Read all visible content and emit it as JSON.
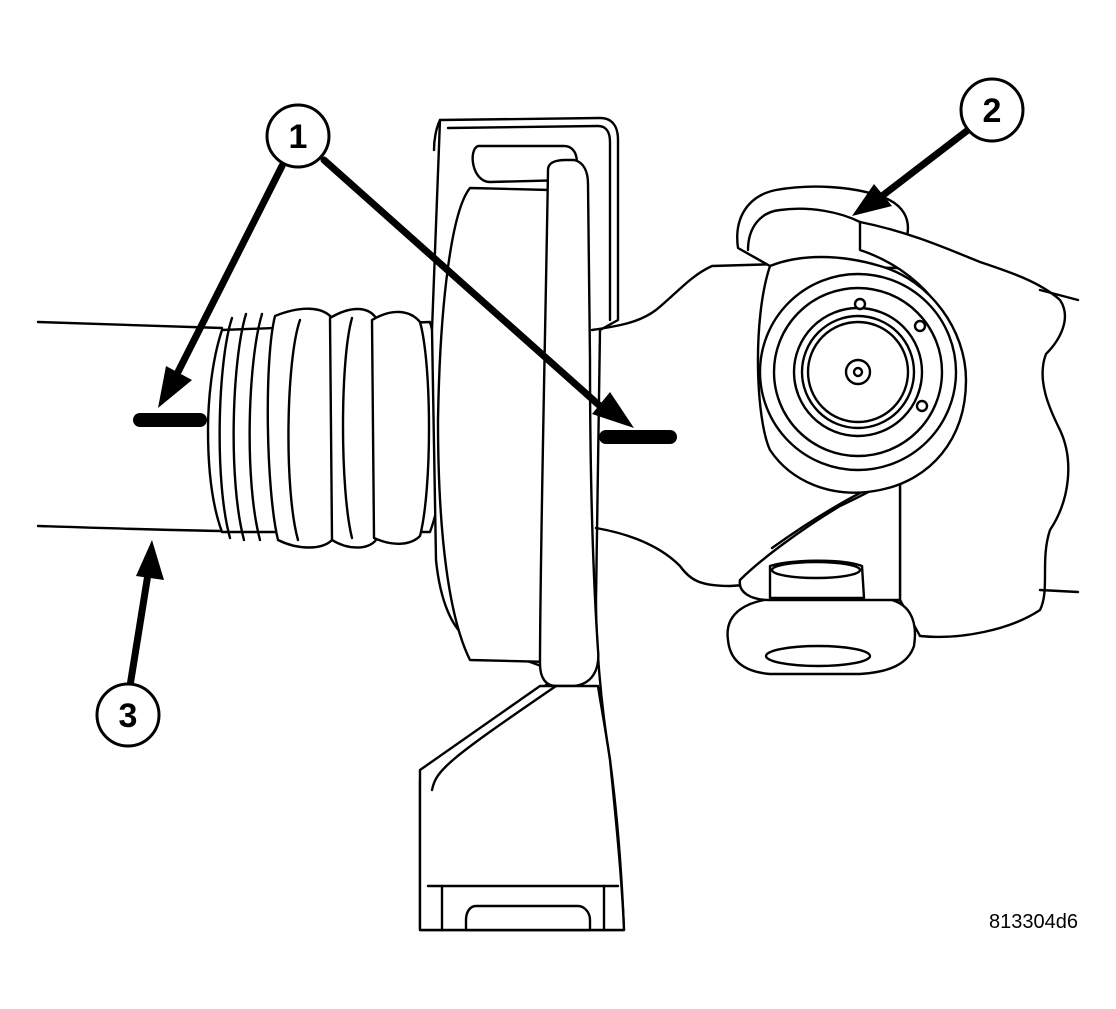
{
  "callouts": [
    {
      "label": "1"
    },
    {
      "label": "2"
    },
    {
      "label": "3"
    }
  ],
  "reference_code": "813304d6",
  "colors": {
    "ink": "#000000",
    "paper": "#ffffff"
  }
}
